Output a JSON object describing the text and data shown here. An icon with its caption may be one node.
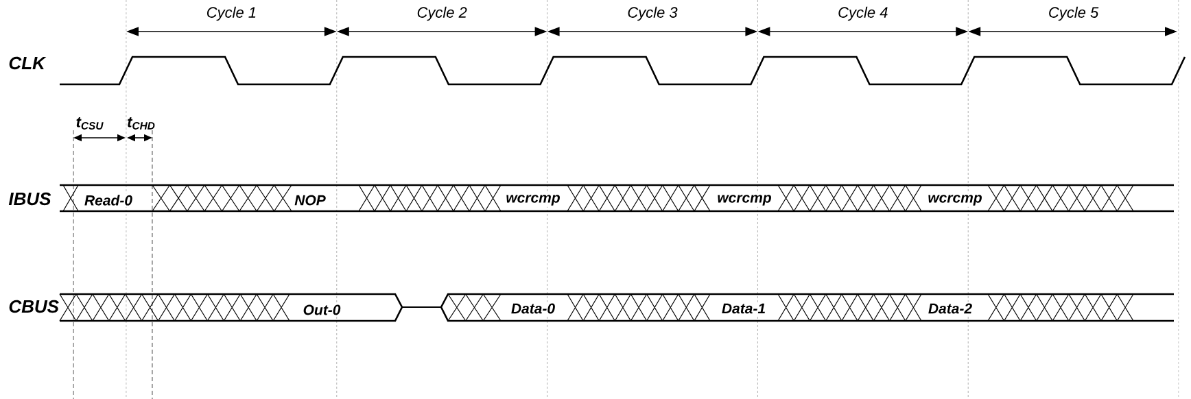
{
  "diagram": {
    "labels": [
      "Cycle 1",
      "Cycle 2",
      "Cycle 3",
      "Cycle 4",
      "Cycle 5",
      "CLK",
      "t$_{CSU}$",
      "t$_{CHD}$",
      "IBUS",
      "Read-0",
      "NOP",
      "wcrcmp",
      "wcrcmp",
      "wcrcmp",
      "CBUS",
      "Out-0",
      "Data-0",
      "Data-1",
      "Data-2"
    ]
  }
}
